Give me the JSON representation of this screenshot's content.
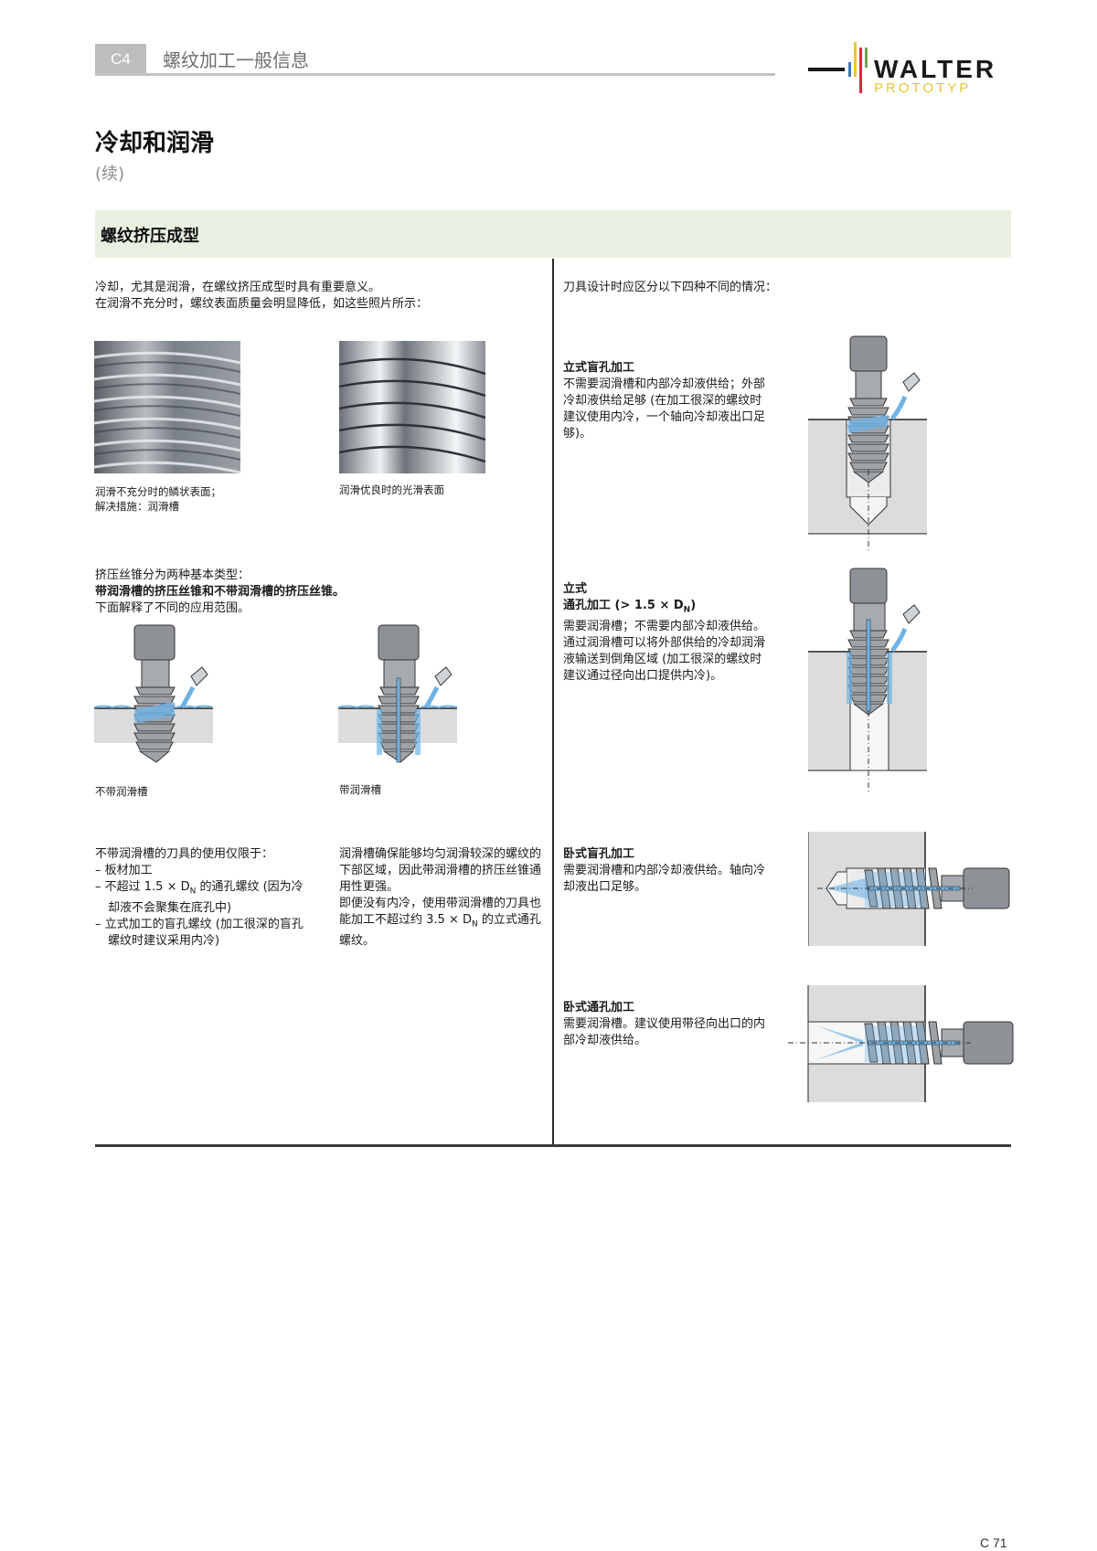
{
  "header": {
    "chapter_badge": "C4",
    "chapter_title": "螺纹加工一般信息",
    "logo": {
      "brand": "WALTER",
      "sub_brand": "PROTOTYP",
      "bar_colors": [
        "#3a7bbf",
        "#e6c833",
        "#d62b3a",
        "#6aa84f"
      ]
    }
  },
  "page": {
    "title": "冷却和润滑",
    "subtitle": "(续)",
    "section_title": "螺纹挤压成型",
    "page_number": "C 71"
  },
  "left": {
    "intro_line1": "冷却，尤其是润滑，在螺纹挤压成型时具有重要意义。",
    "intro_line2": "在润滑不充分时，螺纹表面质量会明显降低，如这些照片所示：",
    "photos": [
      {
        "caption_line1": "润滑不充分时的鳞状表面；",
        "caption_line2": "解决措施：润滑槽"
      },
      {
        "caption_line1": "润滑优良时的光滑表面"
      }
    ],
    "types_line1": "挤压丝锥分为两种基本类型：",
    "types_line2": "带润滑槽的挤压丝锥和不带润滑槽的挤压丝锥。",
    "types_line3": "下面解释了不同的应用范围。",
    "figures": [
      {
        "caption": "不带润滑槽"
      },
      {
        "caption": "带润滑槽"
      }
    ],
    "col1": {
      "heading": "不带润滑槽的刀具的使用仅限于：",
      "items": [
        "– 板材加工",
        "– 不超过 1.5 × D",
        "– 立式加工的盲孔螺纹 (加工很深的盲孔螺纹时建议采用内冷)"
      ],
      "item2_sub": "N",
      "item2_rest": " 的通孔螺纹 (因为冷却液不会聚集在底孔中)"
    },
    "col2": {
      "para1": "润滑槽确保能够均匀润滑较深的螺纹的下部区域，因此带润滑槽的挤压丝锥通用性更强。",
      "para2_a": "即便没有内冷，使用带润滑槽的刀具也能加工不超过约 3.5 × D",
      "para2_sub": "N",
      "para2_b": " 的立式通孔螺纹。"
    }
  },
  "right": {
    "intro": "刀具设计时应区分以下四种不同的情况：",
    "cases": [
      {
        "title": "立式盲孔加工",
        "text": "不需要润滑槽和内部冷却液供给；外部冷却液供给足够 (在加工很深的螺纹时建议使用内冷，一个轴向冷却液出口足够)。"
      },
      {
        "title": "立式",
        "title2_a": "通孔加工 (> 1.5 × D",
        "title2_sub": "N",
        "title2_b": ")",
        "text": "需要润滑槽；不需要内部冷却液供给。通过润滑槽可以将外部供给的冷却润滑液输送到倒角区域 (加工很深的螺纹时建议通过径向出口提供内冷)。"
      },
      {
        "title": "卧式盲孔加工",
        "text": "需要润滑槽和内部冷却液供给。轴向冷却液出口足够。"
      },
      {
        "title": "卧式通孔加工",
        "text": "需要润滑槽。建议使用带径向出口的内部冷却液供给。"
      }
    ]
  },
  "colors": {
    "section_bar": "#e9f0e1",
    "coolant_blue": "#6fb3e6",
    "workpiece_gray": "#dcdcdc",
    "header_gray": "#bdbdbd"
  }
}
